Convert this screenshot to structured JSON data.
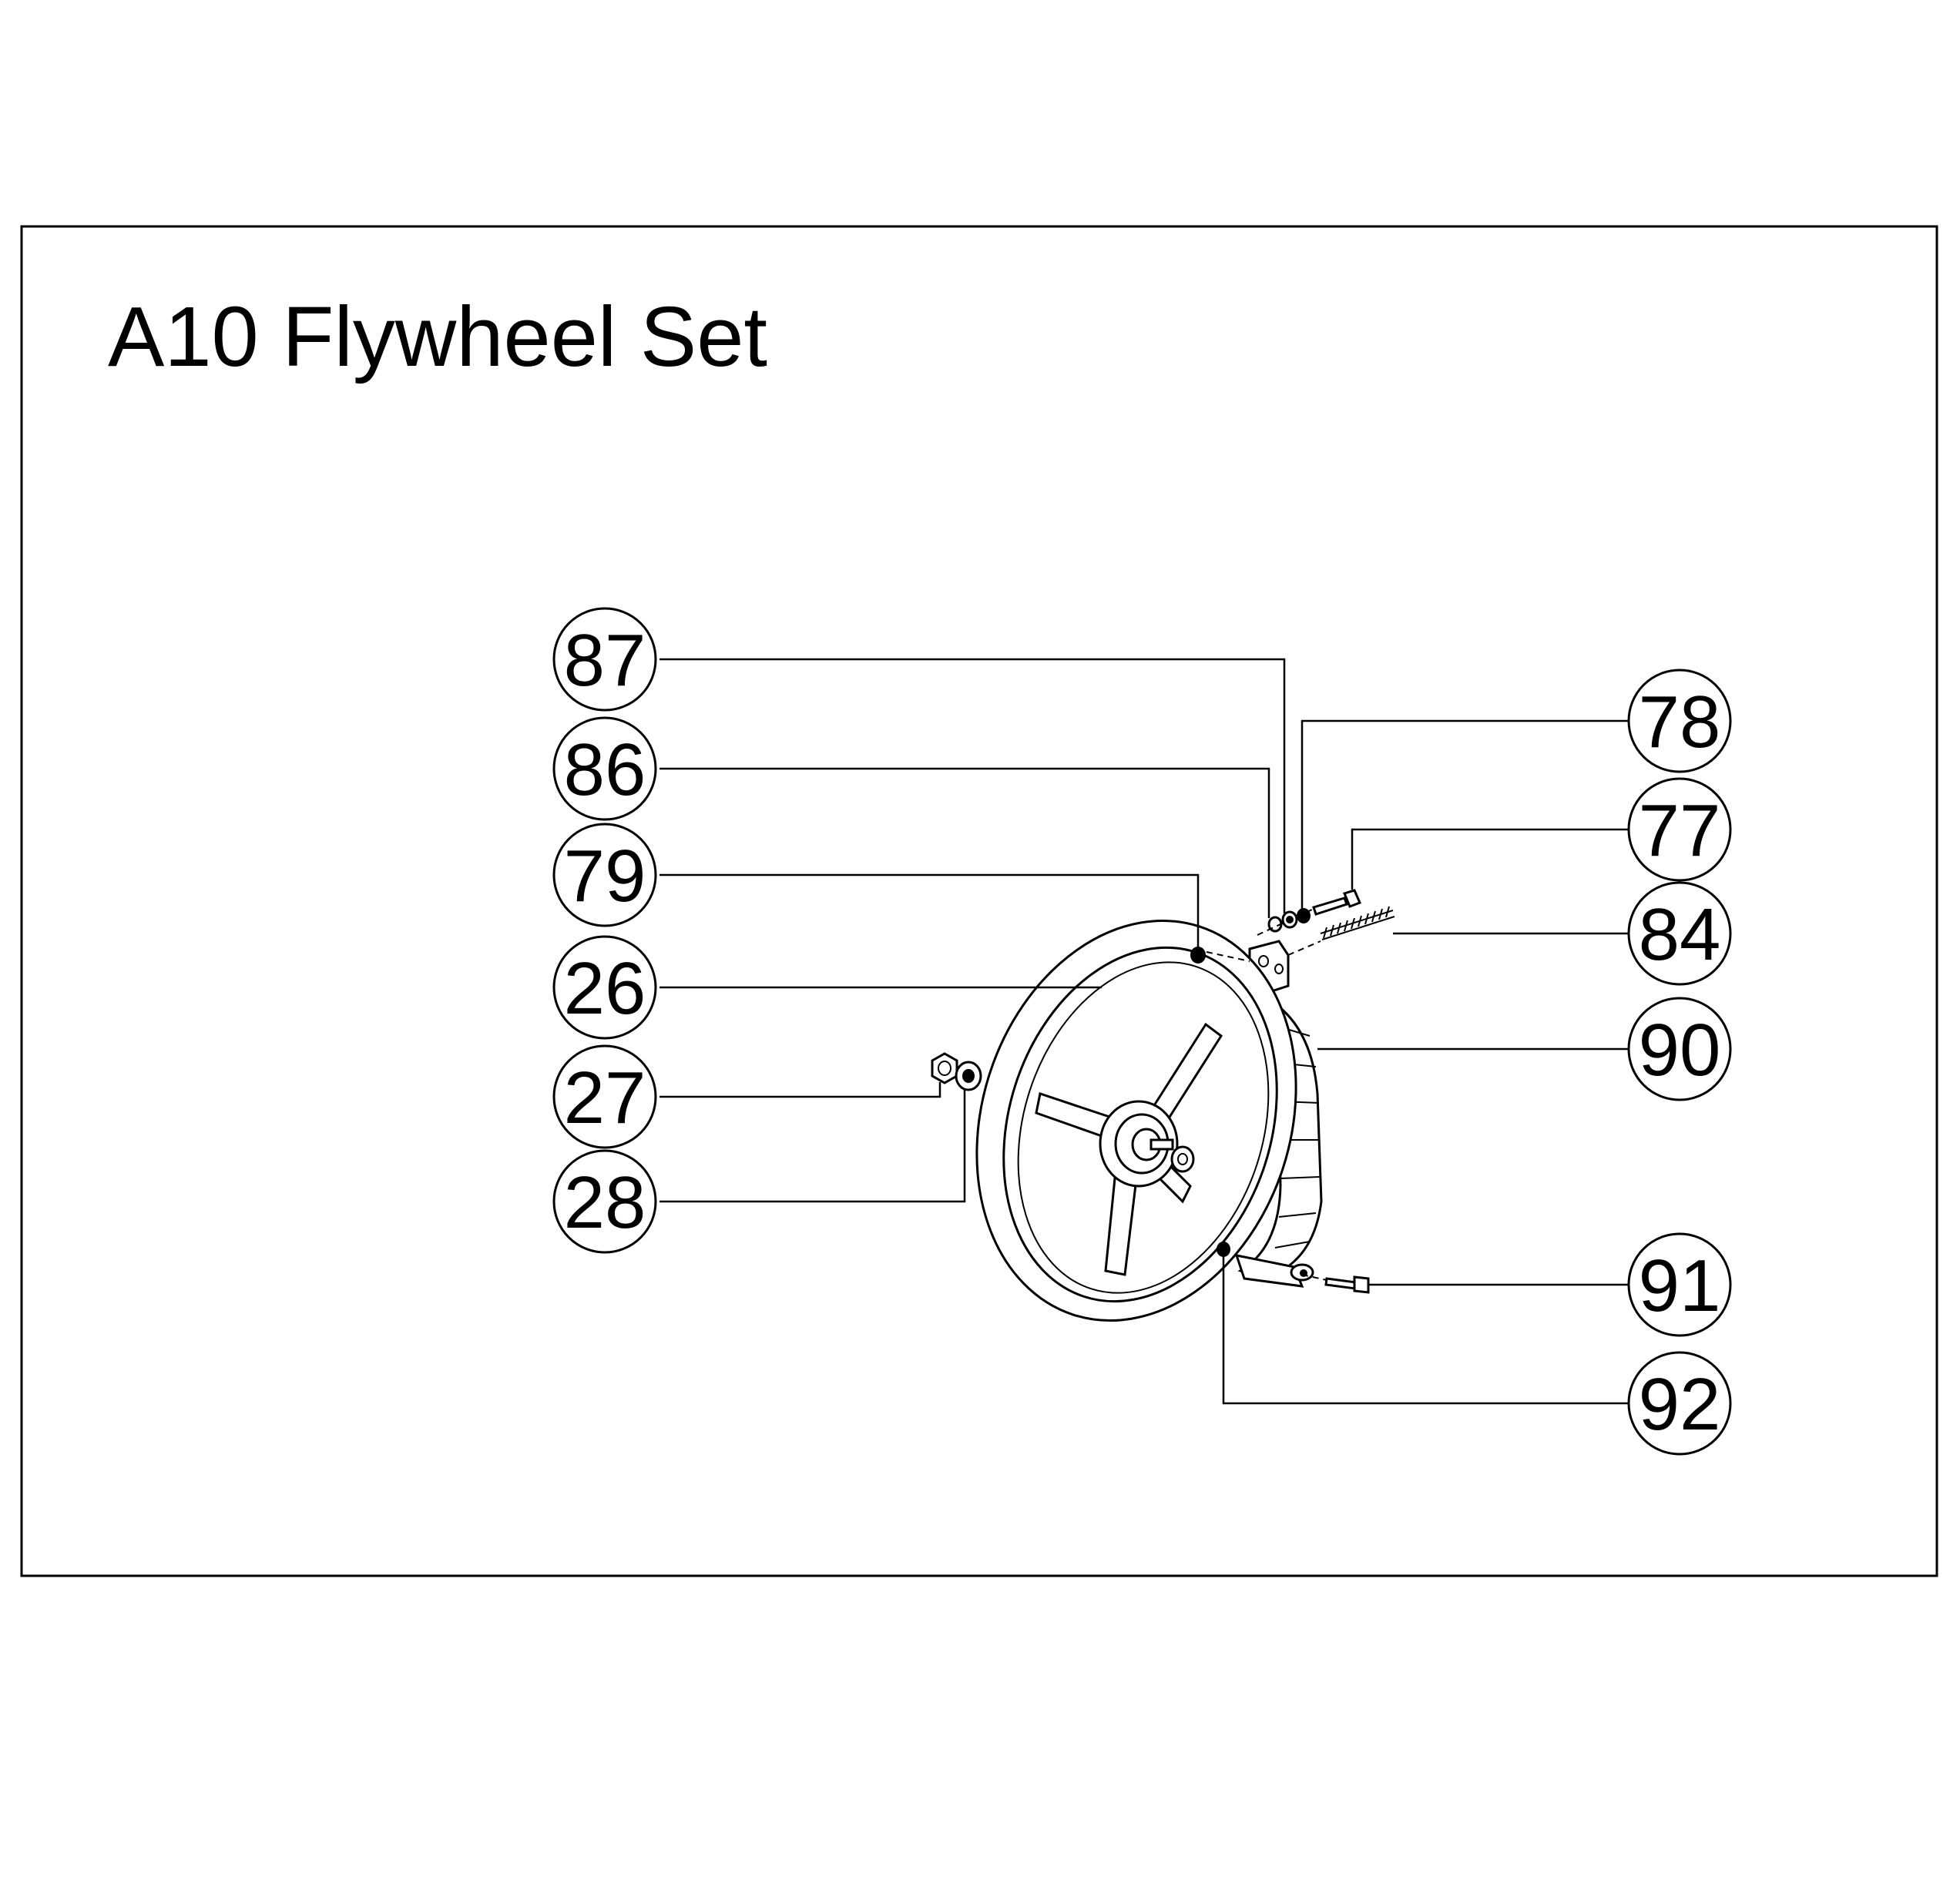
{
  "title": "A10  Flywheel Set",
  "callouts": [
    {
      "id": "87",
      "label": "87"
    },
    {
      "id": "86",
      "label": "86"
    },
    {
      "id": "79",
      "label": "79"
    },
    {
      "id": "26",
      "label": "26"
    },
    {
      "id": "27",
      "label": "27"
    },
    {
      "id": "28",
      "label": "28"
    },
    {
      "id": "78",
      "label": "78"
    },
    {
      "id": "77",
      "label": "77"
    },
    {
      "id": "84",
      "label": "84"
    },
    {
      "id": "90",
      "label": "90"
    },
    {
      "id": "91",
      "label": "91"
    },
    {
      "id": "92",
      "label": "92"
    }
  ]
}
